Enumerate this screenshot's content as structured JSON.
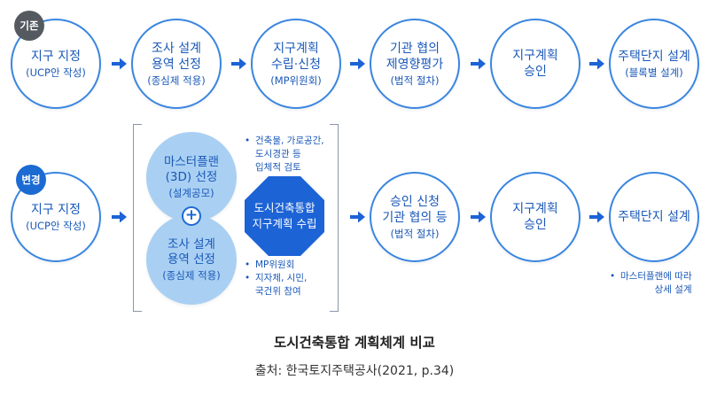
{
  "badges": {
    "existing": "기존",
    "changed": "변경"
  },
  "row1": [
    {
      "main": "지구 지정",
      "sub": "(UCP안 작성)"
    },
    {
      "main": "조사 설계\n용역 선정",
      "sub": "(종심제 적용)"
    },
    {
      "main": "지구계획\n수립·신청",
      "sub": "(MP위원회)"
    },
    {
      "main": "기관 협의\n제영향평가",
      "sub": "(법적 절차)"
    },
    {
      "main": "지구계획\n승인",
      "sub": ""
    },
    {
      "main": "주택단지 설계",
      "sub": "(블록별 설계)"
    }
  ],
  "row2": {
    "start": {
      "main": "지구 지정",
      "sub": "(UCP안 작성)"
    },
    "masterplan": {
      "main": "마스터플랜\n(3D) 선정",
      "sub": "(설계공모)"
    },
    "survey": {
      "main": "조사 설계\n용역 선정",
      "sub": "(종심제 적용)"
    },
    "plus": "+",
    "integrated": "도시건축통합\n지구계획 수립",
    "approval": {
      "main": "승인 신청\n기관 협의 등",
      "sub": "(법적 절차)"
    },
    "plan_approval": {
      "main": "지구계획\n승인",
      "sub": ""
    },
    "housing": {
      "main": "주택단지 설계",
      "sub": ""
    }
  },
  "notes": {
    "top": [
      "건축물, 가로공간,\n도시경관 등\n입체적 검토"
    ],
    "bottom": [
      "MP위원회",
      "지자체, 시민,\n국건위 참여"
    ],
    "right": [
      "마스터플랜에 따라\n상세 설계"
    ]
  },
  "caption": {
    "title": "도시건축통합 계획체계 비교",
    "source": "출처: 한국토지주택공사(2021, p.34)"
  },
  "colors": {
    "accent": "#1c63d6",
    "light_fill": "#a9d0f3",
    "text": "#1a58b8",
    "badge_gray": "#555a60"
  }
}
